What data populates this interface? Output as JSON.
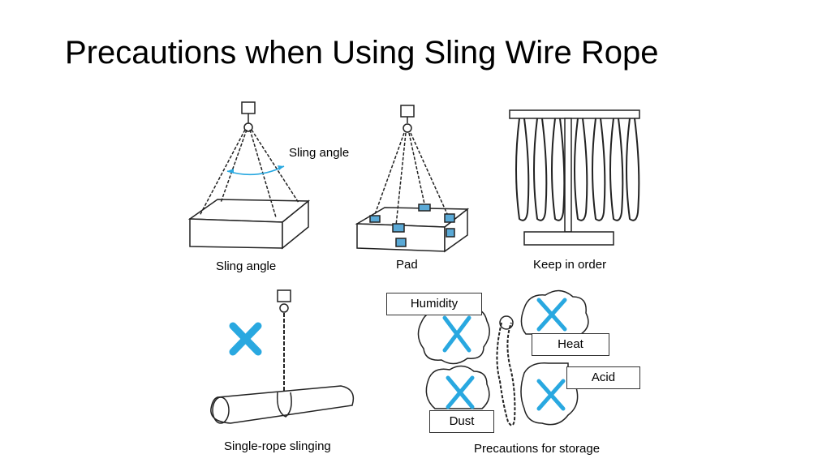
{
  "slide": {
    "title": "Precautions when Using Sling Wire Rope"
  },
  "figures": {
    "sling_angle": {
      "annotation": "Sling angle",
      "caption": "Sling angle"
    },
    "pad": {
      "caption": "Pad"
    },
    "keep_in_order": {
      "caption": "Keep in order"
    },
    "single_rope": {
      "caption": "Single-rope slinging"
    },
    "storage": {
      "caption": "Precautions for storage",
      "humidity": "Humidity",
      "heat": "Heat",
      "acid": "Acid",
      "dust": "Dust"
    }
  },
  "colors": {
    "cross": "#29a8e0",
    "pad": "#5aa9d6",
    "line": "#222222"
  }
}
